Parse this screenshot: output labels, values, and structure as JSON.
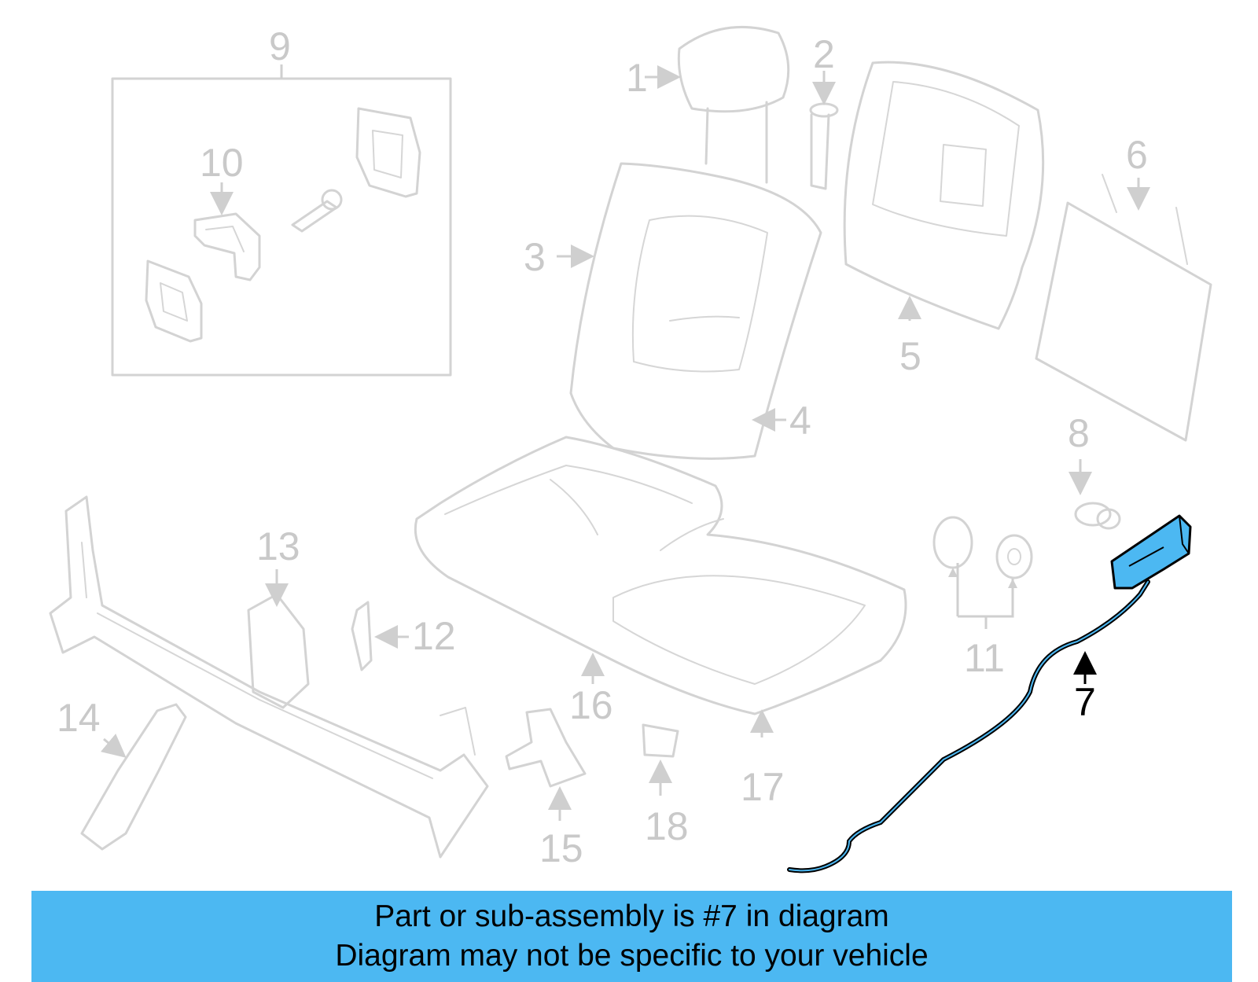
{
  "callouts": {
    "c1": "1",
    "c2": "2",
    "c3": "3",
    "c4": "4",
    "c5": "5",
    "c6": "6",
    "c7": "7",
    "c8": "8",
    "c9": "9",
    "c10": "10",
    "c11": "11",
    "c12": "12",
    "c13": "13",
    "c14": "14",
    "c15": "15",
    "c16": "16",
    "c17": "17",
    "c18": "18"
  },
  "highlighted_part": "7",
  "colors": {
    "highlight_fill": "#4cb8f2",
    "ghost_stroke": "#d3d3d3",
    "banner_background": "#4cb8f2"
  },
  "banner": {
    "line1": "Part or sub-assembly is #7 in diagram",
    "line2": "Diagram may not be specific to your vehicle"
  }
}
